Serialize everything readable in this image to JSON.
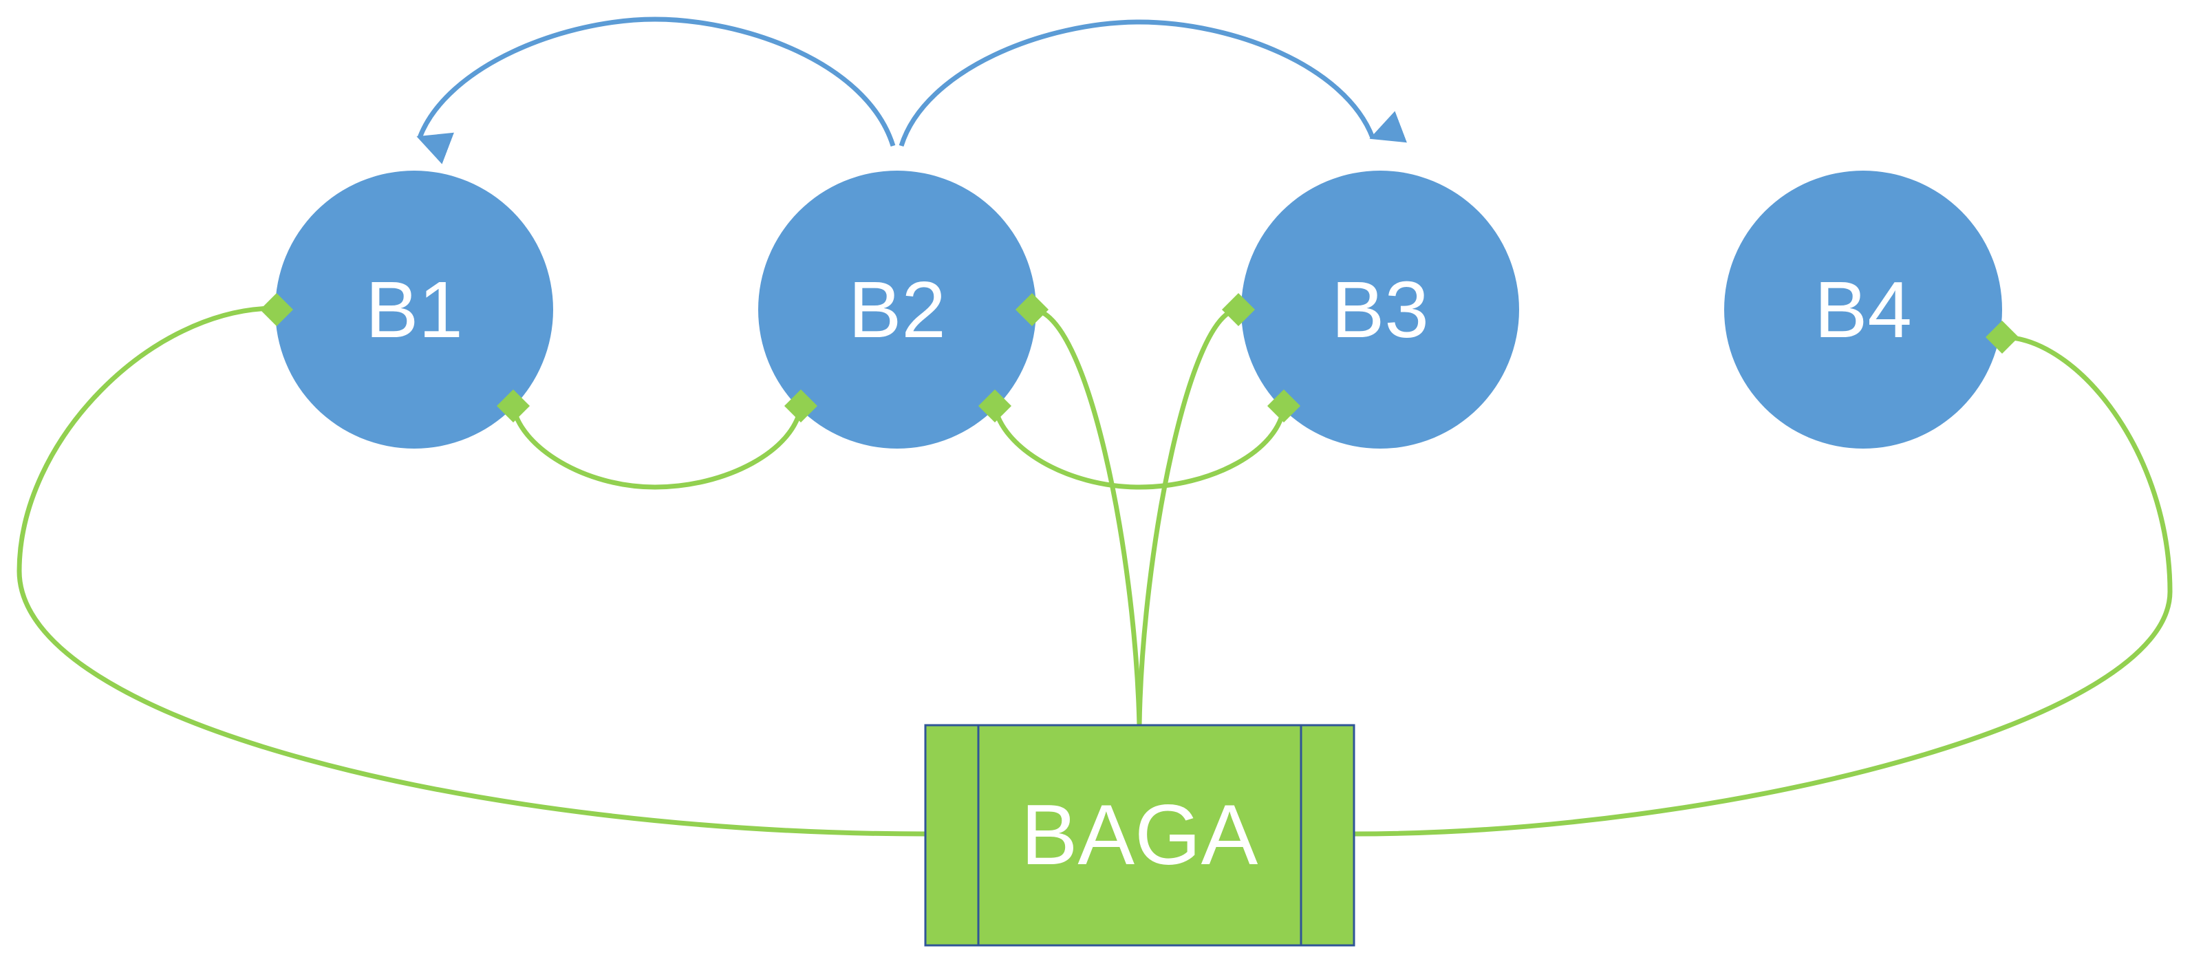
{
  "nodes": {
    "b1": {
      "label": "B1"
    },
    "b2": {
      "label": "B2"
    },
    "b3": {
      "label": "B3"
    },
    "b4": {
      "label": "B4"
    }
  },
  "box": {
    "label": "BAGA"
  },
  "colors": {
    "node_fill": "#5B9BD5",
    "box_fill": "#92D050",
    "box_border": "#2F5597",
    "blue_edge": "#5B9BD5",
    "green_edge": "#92D050",
    "label": "#FFFFFF"
  }
}
